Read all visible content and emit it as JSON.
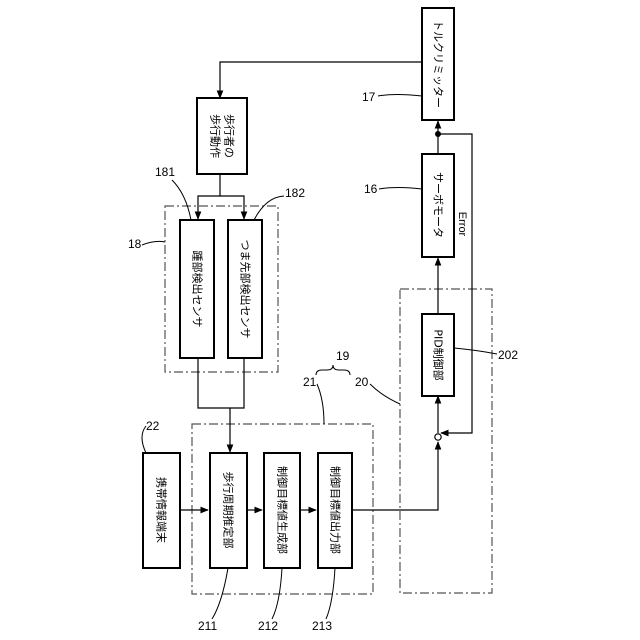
{
  "blocks": {
    "torque_limiter": "トルクリミッター",
    "walking_motion_1": "歩行者の",
    "walking_motion_2": "歩行動作",
    "servo_motor": "サーボモータ",
    "heel_sensor": "踵部検出センサ",
    "toe_sensor": "つま先部検出センサ",
    "pid": "PID制御部",
    "mobile_terminal": "携帯情報端末",
    "gait_estimator": "歩行周期推定部",
    "target_generator": "制御目標値生成部",
    "target_output": "制御目標値出力部"
  },
  "labels": {
    "error": "Error"
  },
  "refs": {
    "r17": "17",
    "r16": "16",
    "r181": "181",
    "r182": "182",
    "r18": "18",
    "r19": "19",
    "r20": "20",
    "r21": "21",
    "r22": "22",
    "r202": "202",
    "r211": "211",
    "r212": "212",
    "r213": "213"
  }
}
